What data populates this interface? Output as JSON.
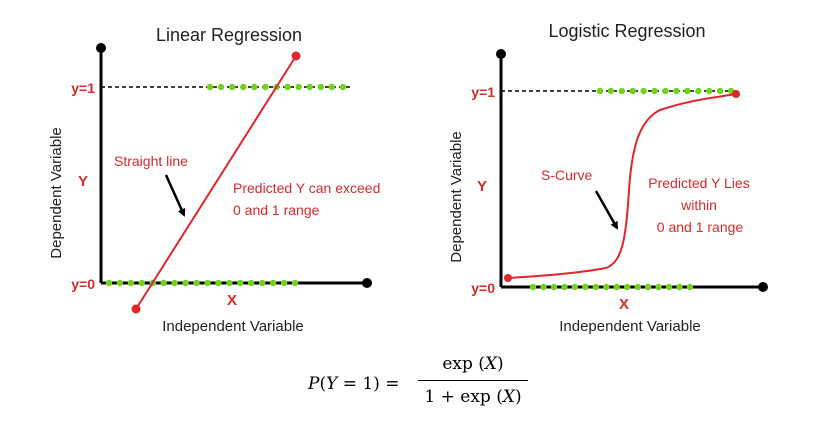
{
  "linear": {
    "title": "Linear Regression",
    "y1_label": "y=1",
    "y0_label": "y=0",
    "y_letter": "Y",
    "y_axis_label": "Dependent Variable",
    "x_letter": "X",
    "x_axis_label": "Independent Variable",
    "curve_label": "Straight line",
    "annotation_line1": "Predicted Y can exceed",
    "annotation_line2": "0 and 1 range"
  },
  "logistic": {
    "title": "Logistic Regression",
    "y1_label": "y=1",
    "y0_label": "y=0",
    "y_letter": "Y",
    "y_axis_label": "Dependent Variable",
    "x_letter": "X",
    "x_axis_label": "Independent Variable",
    "curve_label": "S-Curve",
    "annotation_line1": "Predicted Y Lies",
    "annotation_line2": "within",
    "annotation_line3": "0 and 1 range"
  },
  "formula": {
    "lhs_p": "P",
    "lhs_paren_open": "(",
    "lhs_y": "Y",
    "lhs_eq_one": " = 1) = ",
    "num_func": "exp",
    "num_arg_open": " (",
    "num_x": "X",
    "num_arg_close": ")",
    "den_prefix": "1 + exp",
    "den_arg_open": " (",
    "den_x": "X",
    "den_arg_close": ")"
  },
  "colors": {
    "axis": "#000000",
    "curve": "#e0262d",
    "label_red": "#d52b2b",
    "dot_green": "#6fd31f",
    "text": "#222222"
  }
}
